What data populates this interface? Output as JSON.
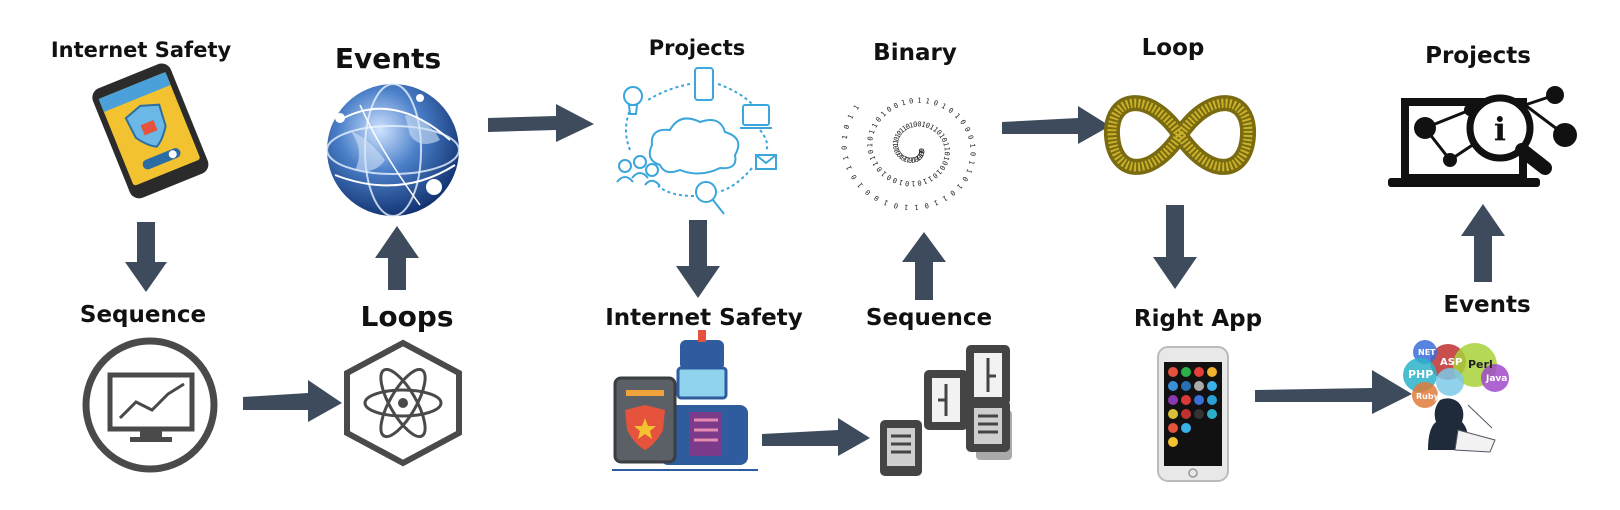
{
  "colors": {
    "arrow": "#3d4b5c",
    "ink": "#111111",
    "globe_blue": "#2c5ea8",
    "sketch_blue": "#3aa6dc",
    "infinity_gold": "#a8921a",
    "police_blue": "#2f5c9e"
  },
  "nodes": [
    {
      "id": "internet-safety-1",
      "label": "Internet Safety",
      "icon": "phone-security-icon"
    },
    {
      "id": "events-1",
      "label": "Events",
      "icon": "globe-icon"
    },
    {
      "id": "projects-1",
      "label": "Projects",
      "icon": "cloud-network-sketch-icon"
    },
    {
      "id": "binary",
      "label": "Binary",
      "icon": "binary-spiral-icon"
    },
    {
      "id": "loop",
      "label": "Loop",
      "icon": "infinity-icon"
    },
    {
      "id": "projects-2",
      "label": "Projects",
      "icon": "laptop-info-network-icon"
    },
    {
      "id": "sequence-1",
      "label": "Sequence",
      "icon": "monitor-chart-icon"
    },
    {
      "id": "loops",
      "label": "Loops",
      "icon": "atom-hexagon-icon"
    },
    {
      "id": "internet-safety-2",
      "label": "Internet Safety",
      "icon": "police-shield-icon"
    },
    {
      "id": "sequence-2",
      "label": "Sequence",
      "icon": "stacked-blocks-icon"
    },
    {
      "id": "right-app",
      "label": "Right App",
      "icon": "phone-apps-icon"
    },
    {
      "id": "events-2",
      "label": "Events",
      "icon": "programming-languages-icon"
    }
  ],
  "binary_text": "0010110101101101001011010110100101101011010010110101001011010110100101101010"
}
